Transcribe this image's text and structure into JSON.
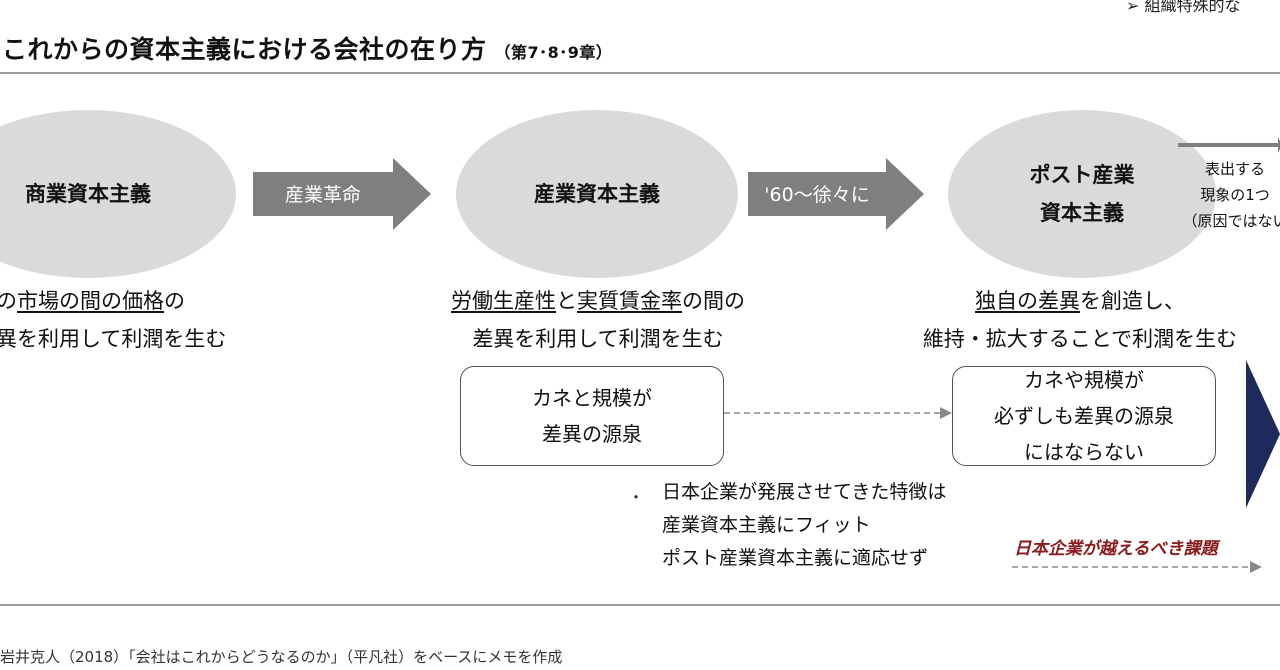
{
  "top_note": "➢  組織特殊的な",
  "title": "これからの資本主義における会社の在り方",
  "subtitle": "（第7･8･9章）",
  "stages": [
    {
      "name": "商業資本主義",
      "desc_pre": "",
      "desc_u1": "",
      "desc_u1_prefix": "の",
      "desc_u1a": "市場の間の",
      "desc_u1b": "価格",
      "desc_u1_suffix": "の",
      "desc_line2": "異を利用して利潤を生む"
    },
    {
      "name": "産業資本主義",
      "desc_u1": "労働生産性",
      "desc_mid": "と",
      "desc_u2": "実質賃金率",
      "desc_suffix": "の間の",
      "desc_line2": "差異を利用して利潤を生む"
    },
    {
      "name": "ポスト産業\n資本主義",
      "desc_u1": "独自の差異",
      "desc_suffix": "を創造し、",
      "desc_line2": "維持・拡大することで利潤を生む"
    }
  ],
  "arrows": [
    {
      "label": "産業革命"
    },
    {
      "label": "'60～徐々に"
    }
  ],
  "side_note": "表出する\n現象の1つ\n（原因ではない",
  "box_left": "カネと規模が\n差異の源泉",
  "box_right": "カネや規模が\n必ずしも差異の源泉\nにはならない",
  "bullet_marker": "・",
  "bullets": [
    "日本企業が発展させてきた特徴は",
    "産業資本主義にフィット",
    "ポスト産業資本主義に適応せず"
  ],
  "red_text": "日本企業が越えるべき課題",
  "source": "岩井克人（2018）「会社はこれからどうなるのか」（平凡社）をベースにメモを作成",
  "colors": {
    "ellipse": "#dadada",
    "block_arrow": "#7f7f7f",
    "navy_arrow": "#1f2a5c",
    "red_text": "#8b1a1a"
  }
}
